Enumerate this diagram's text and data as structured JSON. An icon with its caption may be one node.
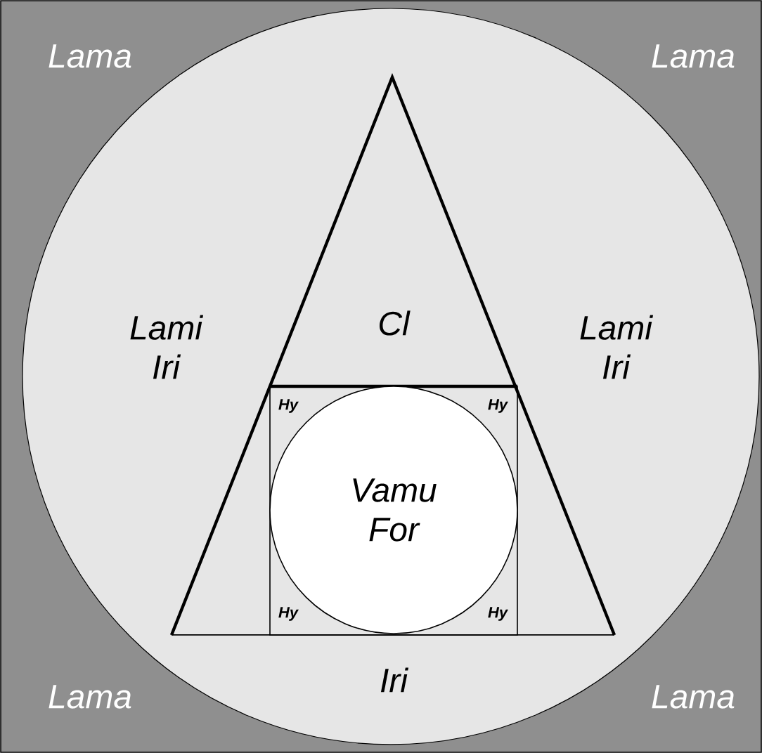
{
  "diagram": {
    "nodes": [
      {
        "text": [
          "Lami Iri",
          "Lami Iri",
          "Iri"
        ]
      },
      {
        "text": [
          "Cl"
        ],
        "in": 0
      },
      {
        "text": [
          "Hy",
          "Hy",
          "Hy",
          "Hy"
        ],
        "in": 1
      },
      {
        "text": [
          "Vamu For"
        ],
        "in": 2
      }
    ],
    "labels": [
      "Lama",
      "Lama",
      "Lama",
      "Lama"
    ]
  }
}
